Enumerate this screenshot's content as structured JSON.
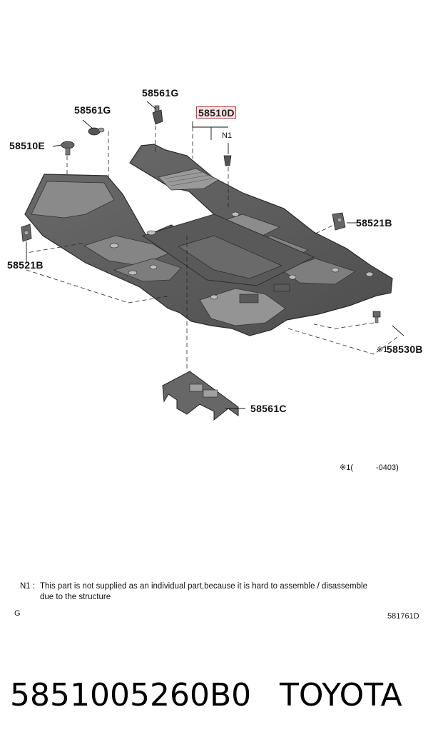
{
  "labels": {
    "part_58561G_top": "58561G",
    "part_58561G_left": "58561G",
    "part_58510D": "58510D",
    "part_N1": "N1",
    "part_58510E": "58510E",
    "part_58521B_right": "58521B",
    "part_58521B_left": "58521B",
    "part_58530B_mark": "※1",
    "part_58530B": "58530B",
    "part_58561C": "58561C"
  },
  "footnote_mark": "※1(",
  "footnote_range": "-0403)",
  "note_prefix": "N1 :",
  "note_line1": "This part is not supplied as an individual part,because it is hard to assemble / disassemble",
  "note_line2": "due to the structure",
  "corner_left": "G",
  "corner_right": "581761D",
  "part_number": "5851005260B0",
  "brand": "TOYOTA",
  "highlight_color": "#e0303a"
}
